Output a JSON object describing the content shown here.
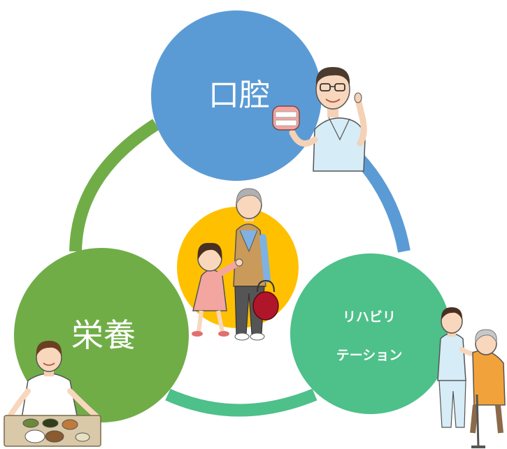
{
  "nodes": {
    "oral": {
      "label": "口腔",
      "color": "#5b9bd5"
    },
    "nutrition": {
      "label": "栄養",
      "color": "#70ad47"
    },
    "rehab": {
      "label_line1": "リハビリ",
      "label_line2": "テーション",
      "color": "#4ec08a"
    },
    "center": {
      "color": "#ffc000"
    }
  },
  "connectors": {
    "left": "#70ad47",
    "right": "#5b9bd5",
    "bottom": "#4ec08a"
  }
}
